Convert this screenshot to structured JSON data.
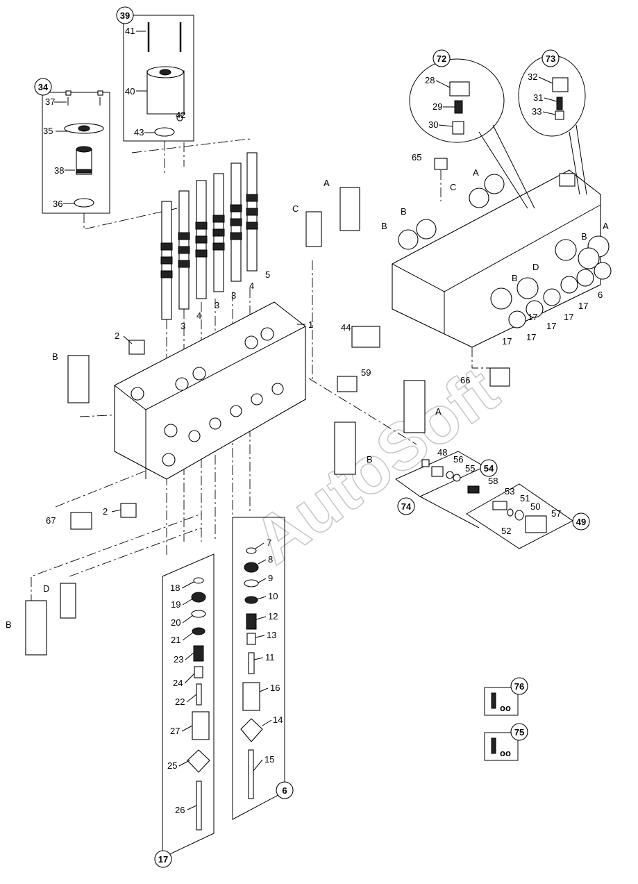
{
  "watermark": "AutoSoft",
  "callouts": {
    "c34": "34",
    "c39": "39",
    "c72": "72",
    "c73": "73",
    "c54": "54",
    "c74": "74",
    "c49": "49",
    "c6": "6",
    "c17": "17",
    "c76": "76",
    "c75": "75"
  },
  "labels": {
    "p1": "1",
    "p2a": "2",
    "p2b": "2",
    "p3a": "3",
    "p3b": "3",
    "p3c": "3",
    "p4a": "4",
    "p4b": "4",
    "p5": "5",
    "p6": "6",
    "p7": "7",
    "p8": "8",
    "p9": "9",
    "p10": "10",
    "p11": "11",
    "p12": "12",
    "p13": "13",
    "p14": "14",
    "p15": "15",
    "p16": "16",
    "p17a": "17",
    "p17b": "17",
    "p17c": "17",
    "p17d": "17",
    "p17e": "17",
    "p17f": "17",
    "p18": "18",
    "p19": "19",
    "p20": "20",
    "p21": "21",
    "p22": "22",
    "p23": "23",
    "p24": "24",
    "p25": "25",
    "p26": "26",
    "p27": "27",
    "p28": "28",
    "p29": "29",
    "p30": "30",
    "p31": "31",
    "p32": "32",
    "p33": "33",
    "p35": "35",
    "p36": "36",
    "p37": "37",
    "p38": "38",
    "p40": "40",
    "p41": "41",
    "p42": "42",
    "p43": "43",
    "p44": "44",
    "p48": "48",
    "p50": "50",
    "p51": "51",
    "p52": "52",
    "p53": "53",
    "p55": "55",
    "p56": "56",
    "p57": "57",
    "p58": "58",
    "p59": "59",
    "p65": "65",
    "p66": "66",
    "p67": "67",
    "lA1": "A",
    "lA2": "A",
    "lA3": "A",
    "lB1": "B",
    "lB2": "B",
    "lB3": "B",
    "lB4": "B",
    "lB5": "B",
    "lB6": "B",
    "lB7": "B",
    "lC1": "C",
    "lC2": "C",
    "lD1": "D",
    "lD2": "D"
  },
  "kit_glyphs": {
    "k76": "oo",
    "k75": "oo"
  }
}
